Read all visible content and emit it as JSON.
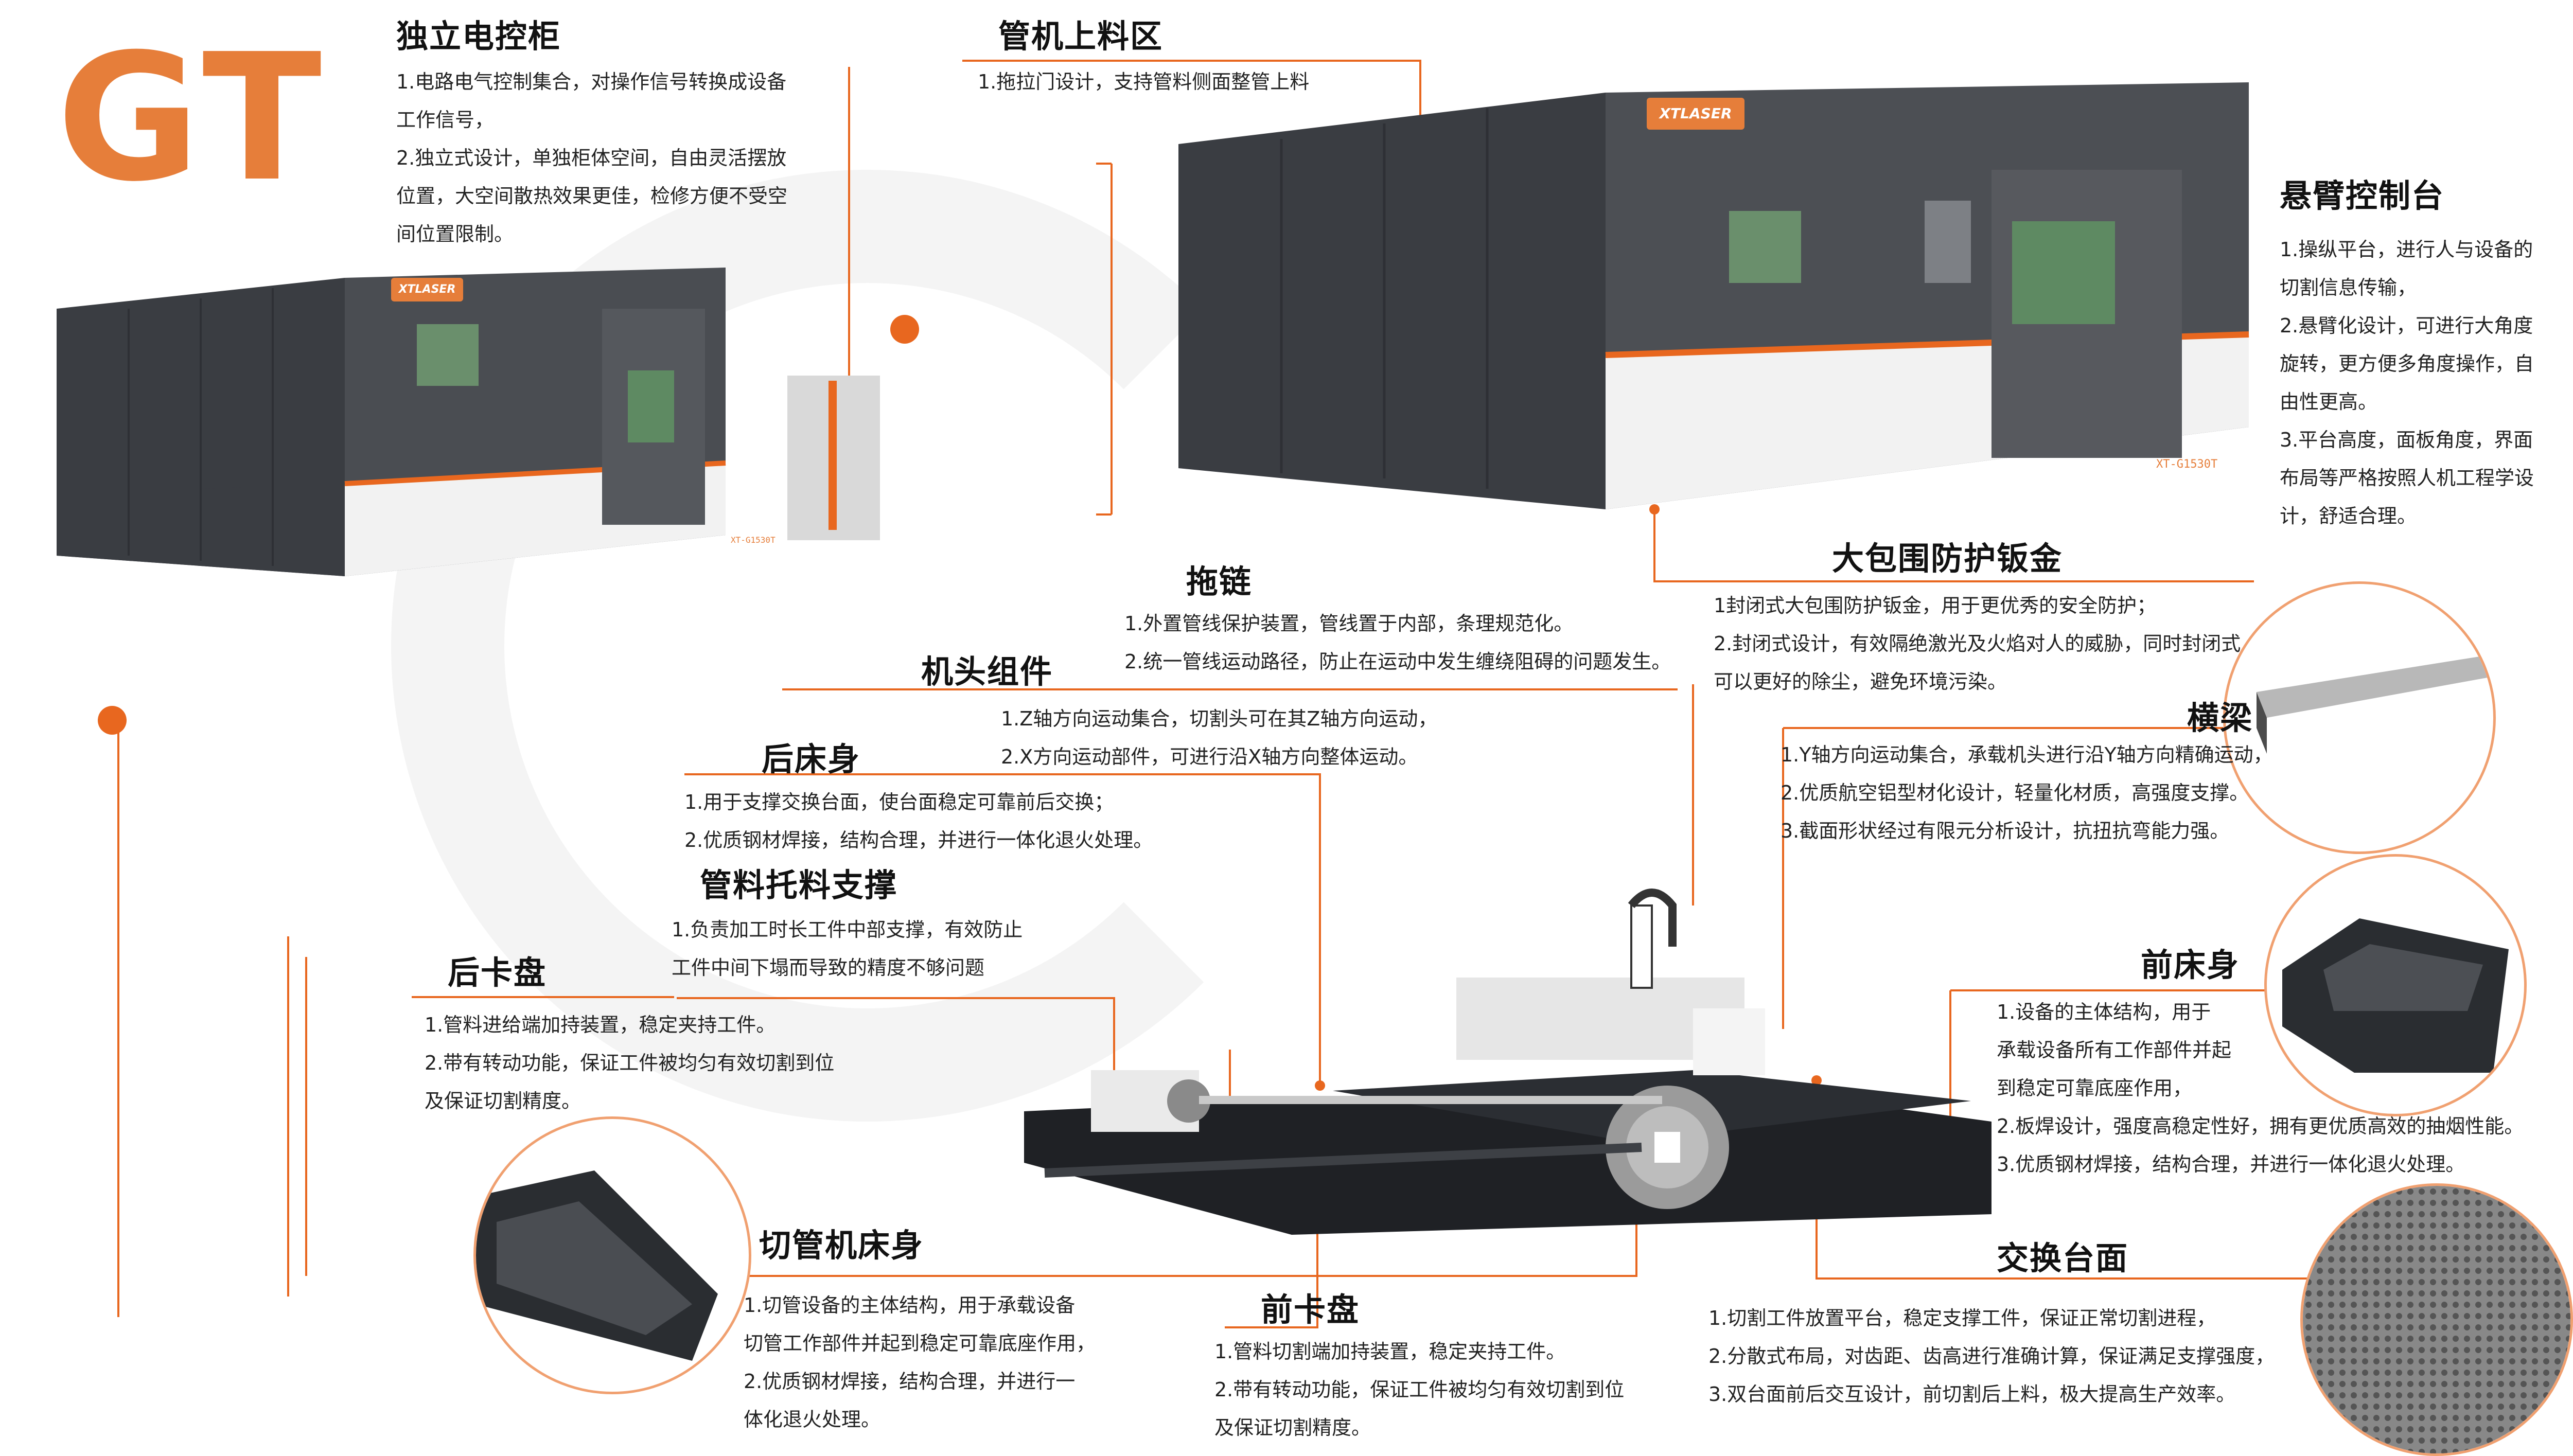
{
  "brand": {
    "mark": "GT",
    "logo": "XTLASER",
    "model": "XT-G1530T",
    "accent": "#e8671f",
    "accent_light": "#f0a070"
  },
  "sections": {
    "cabinet": {
      "title": "独立电控柜",
      "lines": [
        "1.电路电气控制集合，对操作信号转换成设备",
        "工作信号，",
        "2.独立式设计，单独柜体空间，自由灵活摆放",
        "位置，大空间散热效果更佳，检修方便不受空",
        "间位置限制。"
      ]
    },
    "loading": {
      "title": "管机上料区",
      "lines": [
        "1.拖拉门设计，支持管料侧面整管上料"
      ]
    },
    "console": {
      "title": "悬臂控制台",
      "lines": [
        "1.操纵平台，进行人与设备的",
        "切割信息传输，",
        "2.悬臂化设计，可进行大角度",
        "旋转，更方便多角度操作，自",
        "由性更高。",
        "3.平台高度，面板角度，界面",
        "布局等严格按照人机工程学设",
        "计，舒适合理。"
      ]
    },
    "enclosure": {
      "title": "大包围防护钣金",
      "lines": [
        "1封闭式大包围防护钣金，用于更优秀的安全防护；",
        "2.封闭式设计，有效隔绝激光及火焰对人的威胁，同时封闭式",
        "可以更好的除尘，避免环境污染。"
      ]
    },
    "chain": {
      "title": "拖链",
      "lines": [
        "1.外置管线保护装置，管线置于内部，条理规范化。",
        "2.统一管线运动路径，防止在运动中发生缠绕阻碍的问题发生。"
      ]
    },
    "head": {
      "title": "机头组件",
      "lines": [
        "1.Z轴方向运动集合，切割头可在其Z轴方向运动，",
        "2.X方向运动部件，可进行沿X轴方向整体运动。"
      ]
    },
    "beam": {
      "title": "横梁",
      "lines": [
        "1.Y轴方向运动集合，承载机头进行沿Y轴方向精确运动，",
        "2.优质航空铝型材化设计，轻量化材质，高强度支撑。",
        "3.截面形状经过有限元分析设计，抗扭抗弯能力强。"
      ]
    },
    "rear_bed": {
      "title": "后床身",
      "lines": [
        "1.用于支撑交换台面，使台面稳定可靠前后交换；",
        "2.优质钢材焊接，结构合理，并进行一体化退火处理。"
      ]
    },
    "tube_support": {
      "title": "管料托料支撑",
      "lines": [
        "1.负责加工时长工件中部支撑，有效防止",
        "工件中间下塌而导致的精度不够问题"
      ]
    },
    "rear_chuck": {
      "title": "后卡盘",
      "lines": [
        "1.管料进给端加持装置，稳定夹持工件。",
        "2.带有转动功能，保证工件被均匀有效切割到位",
        "及保证切割精度。"
      ]
    },
    "front_bed": {
      "title": "前床身",
      "lines": [
        "1.设备的主体结构，用于",
        "承载设备所有工作部件并起",
        "到稳定可靠底座作用，",
        "2.板焊设计，强度高稳定性好，拥有更优质高效的抽烟性能。",
        "3.优质钢材焊接，结构合理，并进行一体化退火处理。"
      ]
    },
    "tube_bed": {
      "title": "切管机床身",
      "lines": [
        "1.切管设备的主体结构，用于承载设备",
        "切管工作部件并起到稳定可靠底座作用，",
        "2.优质钢材焊接，结构合理，并进行一",
        "体化退火处理。"
      ]
    },
    "front_chuck": {
      "title": "前卡盘",
      "lines": [
        "1.管料切割端加持装置，稳定夹持工件。",
        "2.带有转动功能，保证工件被均匀有效切割到位",
        "及保证切割精度。"
      ]
    },
    "exchange": {
      "title": "交换台面",
      "lines": [
        "1.切割工件放置平台，稳定支撑工件，保证正常切割进程，",
        "2.分散式布局，对齿距、齿高进行准确计算，保证满足支撑强度，",
        "3.双台面前后交互设计，前切割后上料，极大提高生产效率。"
      ]
    }
  }
}
